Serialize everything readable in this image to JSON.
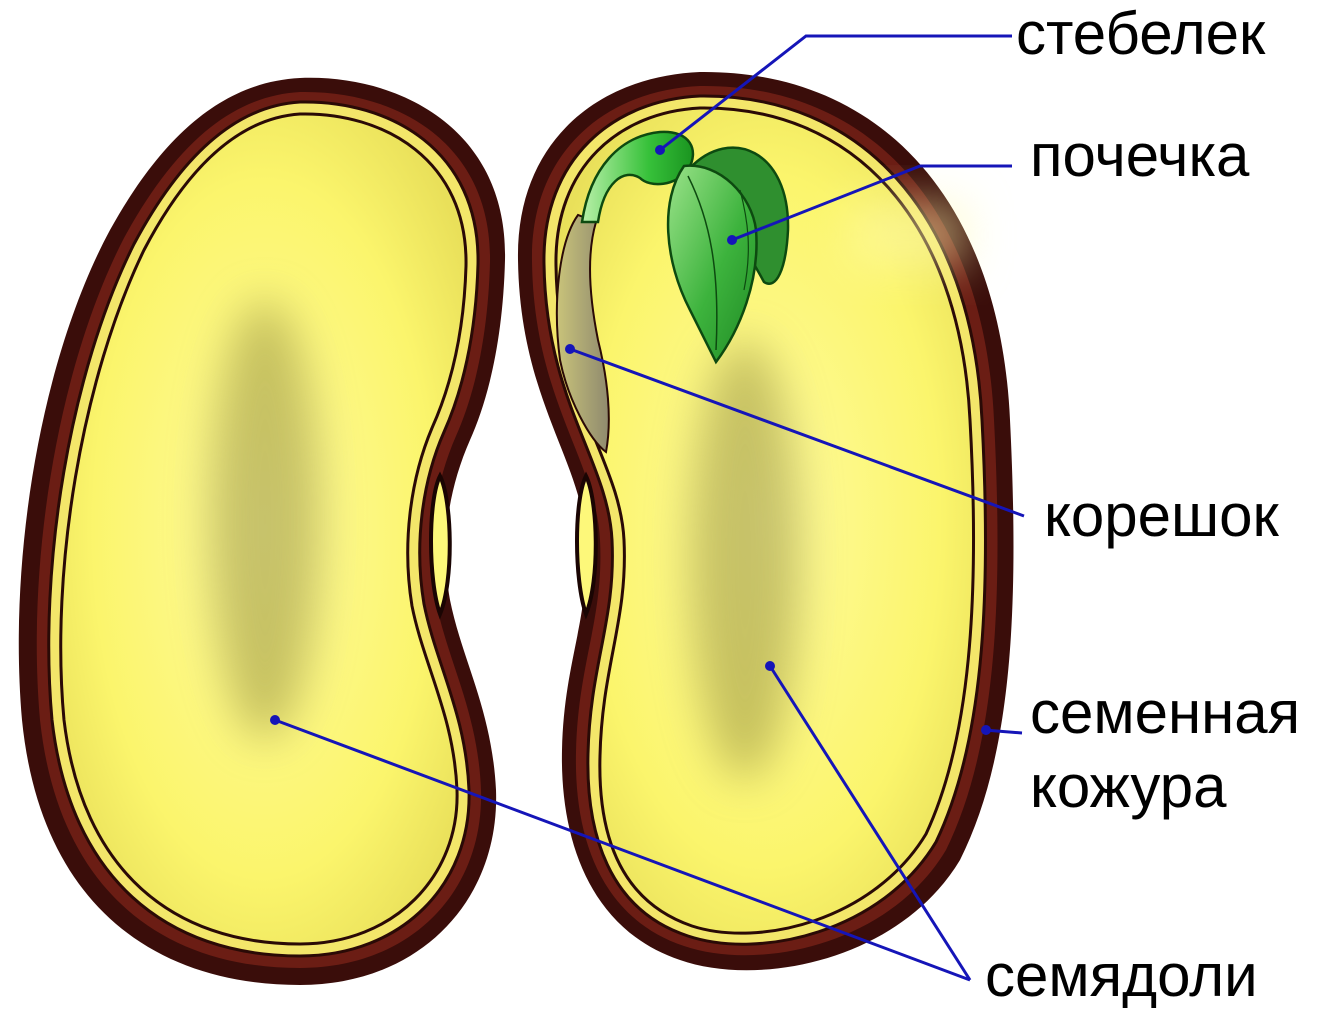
{
  "labels": {
    "stem": "стебелек",
    "bud": "почечка",
    "root": "корешок",
    "seed_coat_line1": "семенная",
    "seed_coat_line2": "кожура",
    "cotyledons": "семядоли"
  },
  "colors": {
    "cotyledon_fill": "#fdf87a",
    "seed_coat": "#3a0d0a",
    "seed_coat_inner": "#6b1d14",
    "rim_highlight": "#f3e66a",
    "embryo_green": "#2bb12f",
    "leaf_green": "#36a236",
    "leader_line": "#1515b8"
  }
}
